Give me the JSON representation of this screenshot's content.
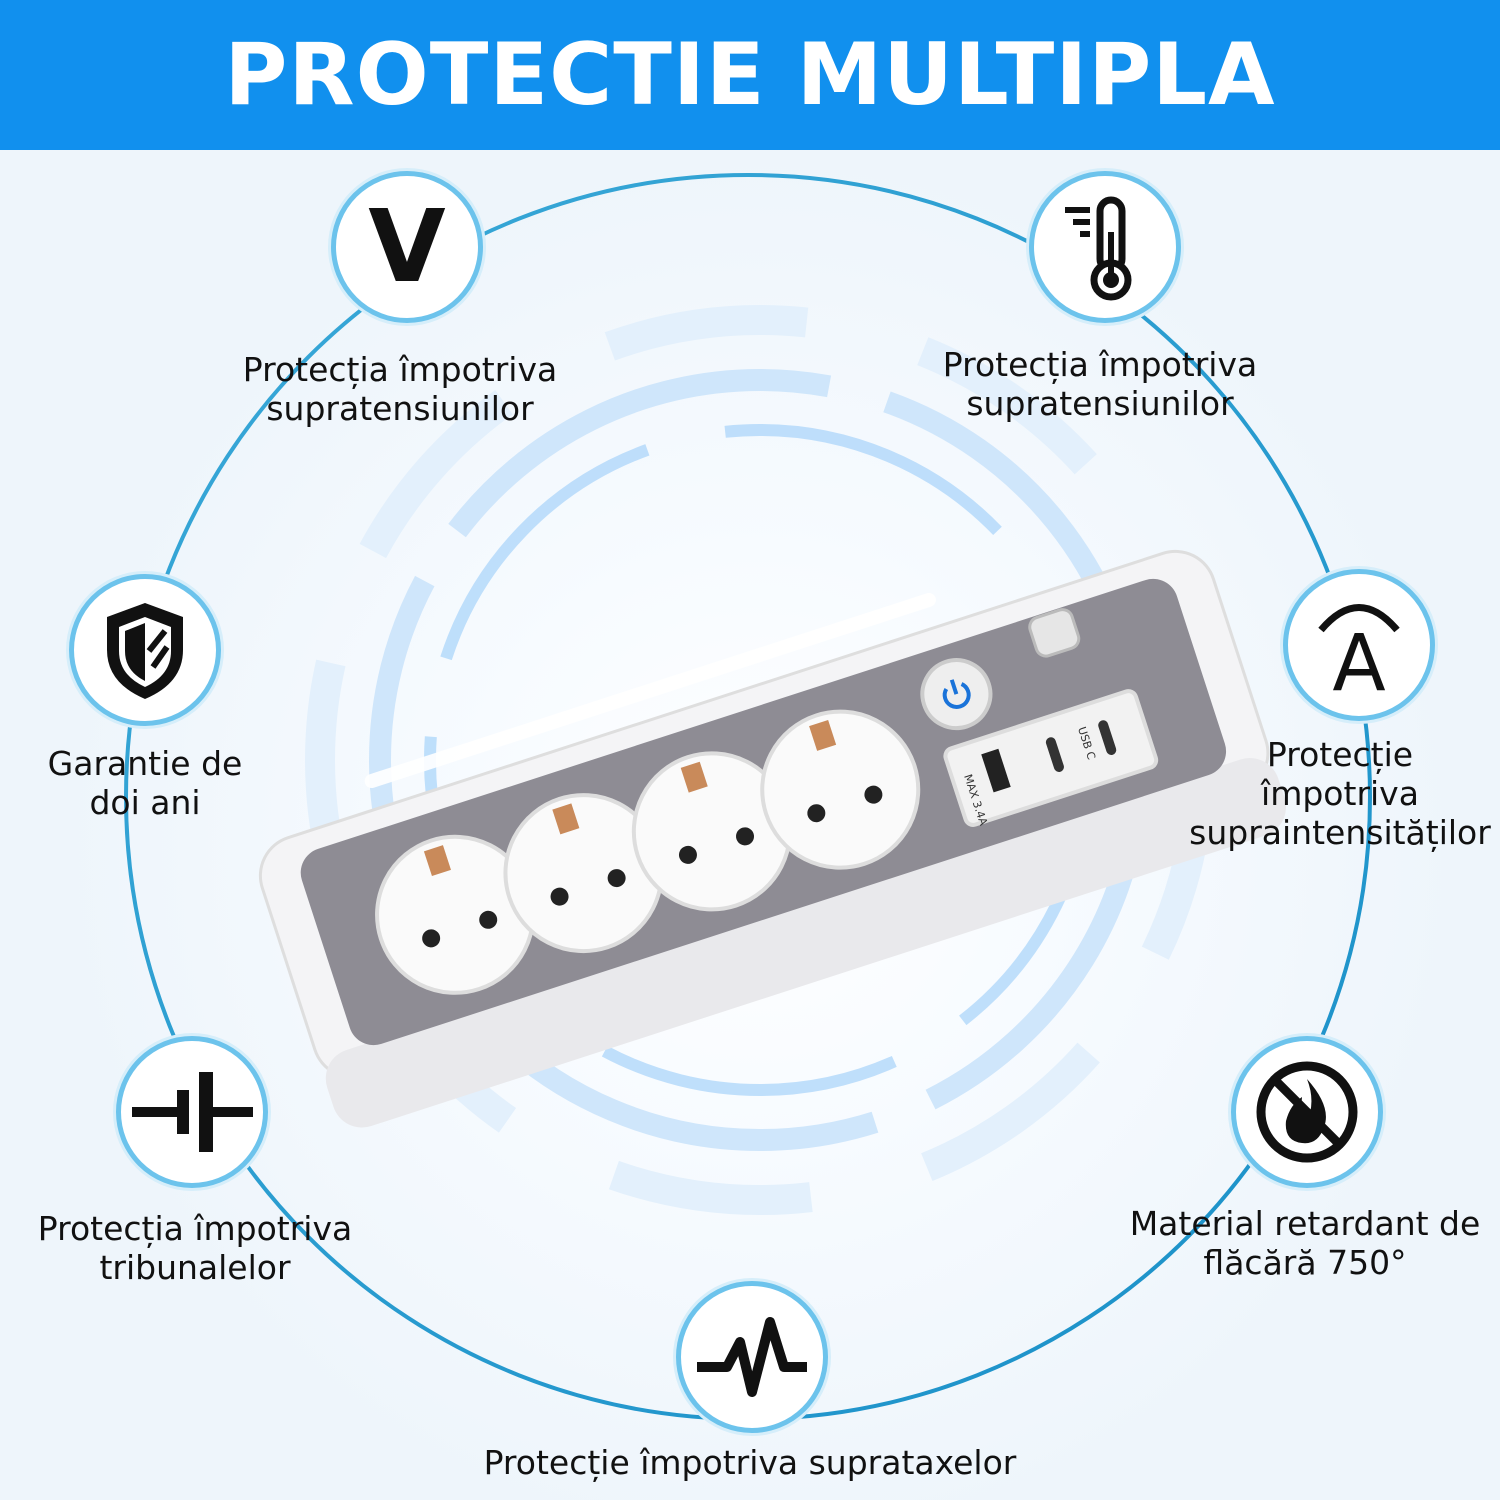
{
  "header": {
    "title": "PROTECTIE MULTIPLA"
  },
  "features": [
    {
      "icon": "voltage-icon",
      "glyph": "V",
      "label_lines": [
        "Protecția împotriva",
        "supratensiunilor"
      ]
    },
    {
      "icon": "thermometer-icon",
      "label_lines": [
        "Protecția împotriva",
        "supratensiunilor"
      ]
    },
    {
      "icon": "shield-icon",
      "label_lines": [
        "Garantie de",
        "doi ani"
      ]
    },
    {
      "icon": "ampere-icon",
      "glyph": "A",
      "label_lines": [
        "Protecție",
        "împotriva",
        "supraintensităților"
      ]
    },
    {
      "icon": "capacitor-icon",
      "label_lines": [
        "Protecția împotriva",
        "tribunalelor"
      ]
    },
    {
      "icon": "no-fire-icon",
      "label_lines": [
        "Material retardant de",
        "flăcără 750°"
      ]
    },
    {
      "icon": "pulse-icon",
      "label_lines": [
        "Protecție împotriva suprataxelor"
      ]
    }
  ],
  "product": {
    "usb_a_label": "MAX 3.4A",
    "usb_c_label": "USB C"
  },
  "colors": {
    "header": "#1190ee",
    "ring": "#2aa3d6",
    "panel": "#8e8c94"
  }
}
